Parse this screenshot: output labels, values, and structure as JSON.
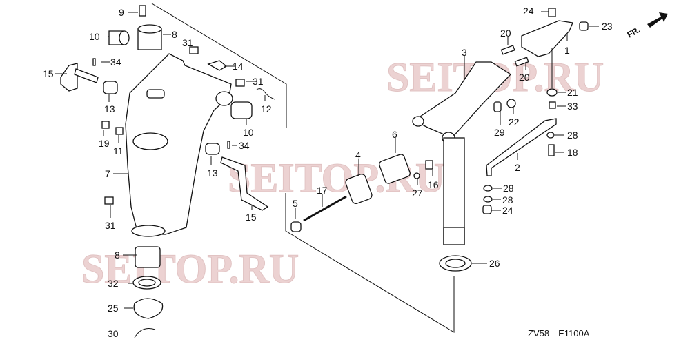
{
  "diagram": {
    "code": "ZV58—E1100A",
    "direction_label": "FR.",
    "watermark": "SEITOP.RU",
    "callouts": [
      "9",
      "10",
      "8",
      "31",
      "34",
      "15",
      "14",
      "13",
      "31",
      "12",
      "10",
      "19",
      "11",
      "34",
      "7",
      "13",
      "31",
      "15",
      "5",
      "17",
      "8",
      "32",
      "25",
      "30",
      "24",
      "23",
      "20",
      "1",
      "3",
      "20",
      "21",
      "33",
      "22",
      "29",
      "28",
      "18",
      "6",
      "4",
      "2",
      "16",
      "27",
      "28",
      "28",
      "24",
      "26"
    ]
  }
}
